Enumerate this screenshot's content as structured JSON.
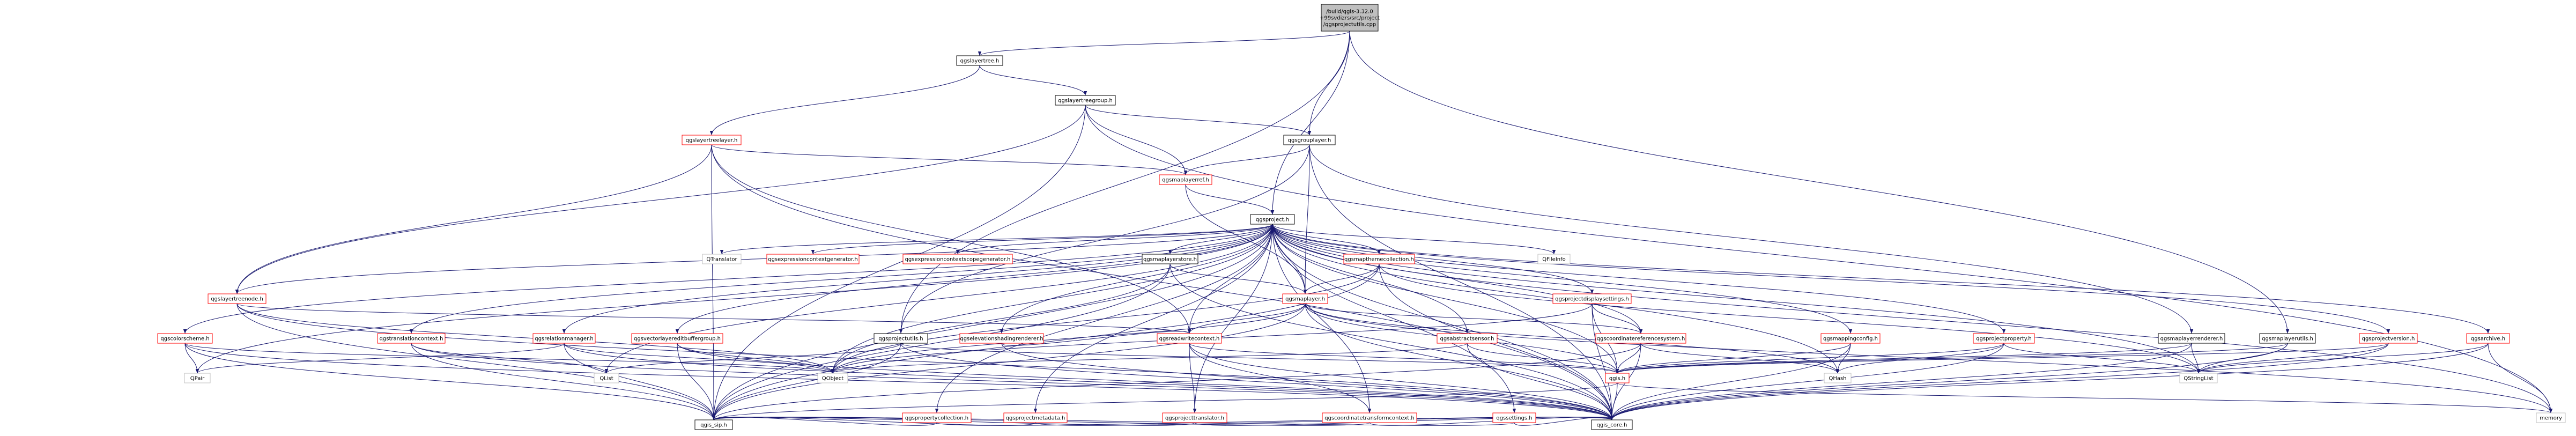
{
  "colors": {
    "edge": "#191970",
    "black_border": "#000000",
    "red_border": "#ff0000",
    "grey_border": "#bfbfbf",
    "root_fill": "#bfbfbf",
    "node_fill": "#ffffff",
    "black_text": "#000000",
    "red_text": "#ff0000"
  },
  "nodes": [
    {
      "id": "root",
      "lines": [
        "/build/qgis-3.32.0",
        "+99svdizrs/src/project",
        "/qgsprojectutils.cpp"
      ],
      "style": "root"
    },
    {
      "id": "qgslayertree_h",
      "lines": [
        "qgslayertree.h"
      ],
      "style": "black"
    },
    {
      "id": "qgslayertreegroup_h",
      "lines": [
        "qgslayertreegroup.h"
      ],
      "style": "black"
    },
    {
      "id": "qgsgrouplayer_h",
      "lines": [
        "qgsgrouplayer.h"
      ],
      "style": "black"
    },
    {
      "id": "qgslayertreelayer_h",
      "lines": [
        "qgslayertreelayer.h"
      ],
      "style": "red"
    },
    {
      "id": "qgsmaplayerref_h",
      "lines": [
        "qgsmaplayerref.h"
      ],
      "style": "red"
    },
    {
      "id": "qgsproject_h",
      "lines": [
        "qgsproject.h"
      ],
      "style": "black"
    },
    {
      "id": "QTranslator",
      "lines": [
        "QTranslator"
      ],
      "style": "grey"
    },
    {
      "id": "qgsexpressioncontextgenerator_h",
      "lines": [
        "qgsexpressioncontextgenerator.h"
      ],
      "style": "red"
    },
    {
      "id": "qgsexpressioncontextscopegenerator_h",
      "lines": [
        "qgsexpressioncontextscopegenerator.h"
      ],
      "style": "red"
    },
    {
      "id": "qgsmaplayerstore_h",
      "lines": [
        "qgsmaplayerstore.h"
      ],
      "style": "black"
    },
    {
      "id": "qgsmapthemecollection_h",
      "lines": [
        "qgsmapthemecollection.h"
      ],
      "style": "red"
    },
    {
      "id": "QFileInfo",
      "lines": [
        "QFileInfo"
      ],
      "style": "grey"
    },
    {
      "id": "qgslayertreenode_h",
      "lines": [
        "qgslayertreenode.h"
      ],
      "style": "red"
    },
    {
      "id": "qgsmaplayer_h",
      "lines": [
        "qgsmaplayer.h"
      ],
      "style": "red"
    },
    {
      "id": "qgsprojectdisplaysettings_h",
      "lines": [
        "qgsprojectdisplaysettings.h"
      ],
      "style": "red"
    },
    {
      "id": "qgscolorscheme_h",
      "lines": [
        "qgscolorscheme.h"
      ],
      "style": "red"
    },
    {
      "id": "qgstranslationcontext_h",
      "lines": [
        "qgstranslationcontext.h"
      ],
      "style": "red"
    },
    {
      "id": "qgsrelationmanager_h",
      "lines": [
        "qgsrelationmanager.h"
      ],
      "style": "red"
    },
    {
      "id": "qgsvectorlayereditbuffergroup_h",
      "lines": [
        "qgsvectorlayereditbuffergroup.h"
      ],
      "style": "red"
    },
    {
      "id": "qgsprojectutils_h",
      "lines": [
        "qgsprojectutils.h"
      ],
      "style": "black"
    },
    {
      "id": "qgselevationshadingrenderer_h",
      "lines": [
        "qgselevationshadingrenderer.h"
      ],
      "style": "red"
    },
    {
      "id": "qgsreadwritecontext_h",
      "lines": [
        "qgsreadwritecontext.h"
      ],
      "style": "red"
    },
    {
      "id": "qgsabstractsensor_h",
      "lines": [
        "qgsabstractsensor.h"
      ],
      "style": "red"
    },
    {
      "id": "qgscoordinatereferencesystem_h",
      "lines": [
        "qgscoordinatereferencesystem.h"
      ],
      "style": "red"
    },
    {
      "id": "qgsmappingconfig_h",
      "lines": [
        "qgsmappingconfig.h"
      ],
      "style": "red"
    },
    {
      "id": "qgsprojectproperty_h",
      "lines": [
        "qgsprojectproperty.h"
      ],
      "style": "red"
    },
    {
      "id": "qgsmaplayerrenderer_h",
      "lines": [
        "qgsmaplayerrenderer.h"
      ],
      "style": "black"
    },
    {
      "id": "qgsmaplayerutils_h",
      "lines": [
        "qgsmaplayerutils.h"
      ],
      "style": "black"
    },
    {
      "id": "qgsprojectversion_h",
      "lines": [
        "qgsprojectversion.h"
      ],
      "style": "red"
    },
    {
      "id": "qgsarchive_h",
      "lines": [
        "qgsarchive.h"
      ],
      "style": "red"
    },
    {
      "id": "QPair",
      "lines": [
        "QPair"
      ],
      "style": "grey"
    },
    {
      "id": "QObject",
      "lines": [
        "QObject"
      ],
      "style": "grey"
    },
    {
      "id": "QList",
      "lines": [
        "QList"
      ],
      "style": "grey"
    },
    {
      "id": "qgspropertycollection_h",
      "lines": [
        "qgspropertycollection.h"
      ],
      "style": "red"
    },
    {
      "id": "qgsprojectmetadata_h",
      "lines": [
        "qgsprojectmetadata.h"
      ],
      "style": "red"
    },
    {
      "id": "qgsprojecttranslator_h",
      "lines": [
        "qgsprojecttranslator.h"
      ],
      "style": "red"
    },
    {
      "id": "qgscoordinatetransformcontext_h",
      "lines": [
        "qgscoordinatetransformcontext.h"
      ],
      "style": "red"
    },
    {
      "id": "qgssettings_h",
      "lines": [
        "qgssettings.h"
      ],
      "style": "red"
    },
    {
      "id": "qgis_h",
      "lines": [
        "qgis.h"
      ],
      "style": "red"
    },
    {
      "id": "QHash",
      "lines": [
        "QHash"
      ],
      "style": "grey"
    },
    {
      "id": "QStringList",
      "lines": [
        "QStringList"
      ],
      "style": "grey"
    },
    {
      "id": "memory",
      "lines": [
        "memory"
      ],
      "style": "grey"
    },
    {
      "id": "qgis_sip_h",
      "lines": [
        "qgis_sip.h"
      ],
      "style": "black"
    },
    {
      "id": "qgis_core_h",
      "lines": [
        "qgis_core.h"
      ],
      "style": "black"
    }
  ],
  "edges": [
    [
      "root",
      "qgslayertree_h"
    ],
    [
      "root",
      "qgsgrouplayer_h"
    ],
    [
      "root",
      "qgsproject_h"
    ],
    [
      "root",
      "qgsmaplayerutils_h"
    ],
    [
      "root",
      "qgsprojectutils_h"
    ],
    [
      "qgslayertree_h",
      "qgslayertreegroup_h"
    ],
    [
      "qgslayertree_h",
      "qgslayertreelayer_h"
    ],
    [
      "qgslayertreegroup_h",
      "qgslayertreenode_h"
    ],
    [
      "qgslayertreegroup_h",
      "qgsmaplayerref_h"
    ],
    [
      "qgslayertreegroup_h",
      "qgsgrouplayer_h"
    ],
    [
      "qgslayertreegroup_h",
      "qgis_sip_h"
    ],
    [
      "qgslayertreegroup_h",
      "memory"
    ],
    [
      "qgsgrouplayer_h",
      "qgsmaplayerref_h"
    ],
    [
      "qgsgrouplayer_h",
      "qgsmaplayer_h"
    ],
    [
      "qgsgrouplayer_h",
      "qgsmaplayerrenderer_h"
    ],
    [
      "qgsgrouplayer_h",
      "qgis_core_h"
    ],
    [
      "qgsgrouplayer_h",
      "qgsprojectutils_h"
    ],
    [
      "qgslayertreelayer_h",
      "qgslayertreenode_h"
    ],
    [
      "qgslayertreelayer_h",
      "qgsmaplayerref_h"
    ],
    [
      "qgslayertreelayer_h",
      "qgsreadwritecontext_h"
    ],
    [
      "qgslayertreelayer_h",
      "qgis_sip_h"
    ],
    [
      "qgslayertreelayer_h",
      "qgis_core_h"
    ],
    [
      "qgsmaplayerref_h",
      "qgsproject_h"
    ],
    [
      "qgsmaplayerref_h",
      "qgsmaplayer_h"
    ],
    [
      "qgsproject_h",
      "QTranslator"
    ],
    [
      "qgsproject_h",
      "qgsexpressioncontextgenerator_h"
    ],
    [
      "qgsproject_h",
      "qgsexpressioncontextscopegenerator_h"
    ],
    [
      "qgsproject_h",
      "qgsmaplayerstore_h"
    ],
    [
      "qgsproject_h",
      "qgsmapthemecollection_h"
    ],
    [
      "qgsproject_h",
      "QFileInfo"
    ],
    [
      "qgsproject_h",
      "qgslayertreenode_h"
    ],
    [
      "qgsproject_h",
      "qgsprojectdisplaysettings_h"
    ],
    [
      "qgsproject_h",
      "qgscolorscheme_h"
    ],
    [
      "qgsproject_h",
      "qgstranslationcontext_h"
    ],
    [
      "qgsproject_h",
      "qgsrelationmanager_h"
    ],
    [
      "qgsproject_h",
      "qgsvectorlayereditbuffergroup_h"
    ],
    [
      "qgsproject_h",
      "qgselevationshadingrenderer_h"
    ],
    [
      "qgsproject_h",
      "qgsreadwritecontext_h"
    ],
    [
      "qgsproject_h",
      "qgsabstractsensor_h"
    ],
    [
      "qgsproject_h",
      "qgscoordinatereferencesystem_h"
    ],
    [
      "qgsproject_h",
      "qgsmappingconfig_h"
    ],
    [
      "qgsproject_h",
      "qgsprojectproperty_h"
    ],
    [
      "qgsproject_h",
      "qgsprojectversion_h"
    ],
    [
      "qgsproject_h",
      "qgsarchive_h"
    ],
    [
      "qgsproject_h",
      "QPair"
    ],
    [
      "qgsproject_h",
      "QObject"
    ],
    [
      "qgsproject_h",
      "QList"
    ],
    [
      "qgsproject_h",
      "qgspropertycollection_h"
    ],
    [
      "qgsproject_h",
      "qgsprojectmetadata_h"
    ],
    [
      "qgsproject_h",
      "qgsprojecttranslator_h"
    ],
    [
      "qgsproject_h",
      "qgscoordinatetransformcontext_h"
    ],
    [
      "qgsproject_h",
      "qgssettings_h"
    ],
    [
      "qgsproject_h",
      "qgis_h"
    ],
    [
      "qgsproject_h",
      "QHash"
    ],
    [
      "qgsproject_h",
      "QStringList"
    ],
    [
      "qgsproject_h",
      "memory"
    ],
    [
      "qgsproject_h",
      "qgis_sip_h"
    ],
    [
      "qgsproject_h",
      "qgis_core_h"
    ],
    [
      "qgsproject_h",
      "qgsmaplayer_h"
    ],
    [
      "qgsmaplayerstore_h",
      "qgsmaplayer_h"
    ],
    [
      "qgsmaplayerstore_h",
      "QObject"
    ],
    [
      "qgsmaplayerstore_h",
      "qgis_sip_h"
    ],
    [
      "qgsmaplayerstore_h",
      "qgis_core_h"
    ],
    [
      "qgsmapthemecollection_h",
      "qgsmaplayer_h"
    ],
    [
      "qgsmapthemecollection_h",
      "QObject"
    ],
    [
      "qgsmapthemecollection_h",
      "QStringList"
    ],
    [
      "qgsmapthemecollection_h",
      "qgis_sip_h"
    ],
    [
      "qgsmapthemecollection_h",
      "qgis_core_h"
    ],
    [
      "qgslayertreenode_h",
      "QObject"
    ],
    [
      "qgslayertreenode_h",
      "qgsreadwritecontext_h"
    ],
    [
      "qgslayertreenode_h",
      "qgis_sip_h"
    ],
    [
      "qgslayertreenode_h",
      "qgis_core_h"
    ],
    [
      "qgsmaplayer_h",
      "qgsreadwritecontext_h"
    ],
    [
      "qgsmaplayer_h",
      "qgscoordinatereferencesystem_h"
    ],
    [
      "qgsmaplayer_h",
      "qgis_h"
    ],
    [
      "qgsmaplayer_h",
      "QObject"
    ],
    [
      "qgsmaplayer_h",
      "memory"
    ],
    [
      "qgsmaplayer_h",
      "qgis_sip_h"
    ],
    [
      "qgsmaplayer_h",
      "qgis_core_h"
    ],
    [
      "qgsmaplayer_h",
      "QHash"
    ],
    [
      "qgsprojectdisplaysettings_h",
      "qgscoordinatereferencesystem_h"
    ],
    [
      "qgsprojectdisplaysettings_h",
      "qgis_h"
    ],
    [
      "qgsprojectdisplaysettings_h",
      "QObject"
    ],
    [
      "qgsprojectdisplaysettings_h",
      "qgis_core_h"
    ],
    [
      "qgscolorscheme_h",
      "QPair"
    ],
    [
      "qgscolorscheme_h",
      "QObject"
    ],
    [
      "qgscolorscheme_h",
      "qgis_sip_h"
    ],
    [
      "qgscolorscheme_h",
      "qgis_core_h"
    ],
    [
      "qgstranslationcontext_h",
      "QList"
    ],
    [
      "qgstranslationcontext_h",
      "qgis_sip_h"
    ],
    [
      "qgstranslationcontext_h",
      "qgis_core_h"
    ],
    [
      "qgsrelationmanager_h",
      "QObject"
    ],
    [
      "qgsrelationmanager_h",
      "QPair"
    ],
    [
      "qgsrelationmanager_h",
      "qgis_sip_h"
    ],
    [
      "qgsrelationmanager_h",
      "qgis_core_h"
    ],
    [
      "qgsvectorlayereditbuffergroup_h",
      "QObject"
    ],
    [
      "qgsvectorlayereditbuffergroup_h",
      "qgis_sip_h"
    ],
    [
      "qgsvectorlayereditbuffergroup_h",
      "qgis_core_h"
    ],
    [
      "qgsprojectutils_h",
      "QList"
    ],
    [
      "qgsprojectutils_h",
      "qgis_core_h"
    ],
    [
      "qgsprojectutils_h",
      "qgis_sip_h"
    ],
    [
      "qgsprojectutils_h",
      "qgis_h"
    ],
    [
      "qgselevationshadingrenderer_h",
      "qgsreadwritecontext_h"
    ],
    [
      "qgselevationshadingrenderer_h",
      "qgis_core_h"
    ],
    [
      "qgsreadwritecontext_h",
      "qgis_h"
    ],
    [
      "qgsreadwritecontext_h",
      "qgsprojecttranslator_h"
    ],
    [
      "qgsreadwritecontext_h",
      "qgscoordinatetransformcontext_h"
    ],
    [
      "qgsreadwritecontext_h",
      "qgis_core_h"
    ],
    [
      "qgsabstractsensor_h",
      "qgis_h"
    ],
    [
      "qgsabstractsensor_h",
      "QObject"
    ],
    [
      "qgsabstractsensor_h",
      "qgis_core_h"
    ],
    [
      "qgscoordinatereferencesystem_h",
      "qgis_h"
    ],
    [
      "qgscoordinatereferencesystem_h",
      "QHash"
    ],
    [
      "qgscoordinatereferencesystem_h",
      "qgis_core_h"
    ],
    [
      "qgscoordinatereferencesystem_h",
      "qgis_sip_h"
    ],
    [
      "qgsmappingconfig_h",
      "qgis_h"
    ],
    [
      "qgsmappingconfig_h",
      "QHash"
    ],
    [
      "qgsmappingconfig_h",
      "qgis_core_h"
    ],
    [
      "qgsprojectproperty_h",
      "QHash"
    ],
    [
      "qgsprojectproperty_h",
      "QStringList"
    ],
    [
      "qgsprojectproperty_h",
      "qgis_core_h"
    ],
    [
      "qgsprojectproperty_h",
      "qgis_h"
    ],
    [
      "qgsmaplayerrenderer_h",
      "QStringList"
    ],
    [
      "qgsmaplayerrenderer_h",
      "qgis_core_h"
    ],
    [
      "qgsmaplayerrenderer_h",
      "qgis_h"
    ],
    [
      "qgsmaplayerutils_h",
      "QStringList"
    ],
    [
      "qgsmaplayerutils_h",
      "qgis_core_h"
    ],
    [
      "qgsmaplayerutils_h",
      "qgis_h"
    ],
    [
      "qgsprojectversion_h",
      "QStringList"
    ],
    [
      "qgsprojectversion_h",
      "qgis_core_h"
    ],
    [
      "qgsprojectversion_h",
      "qgis_h"
    ],
    [
      "qgsarchive_h",
      "QStringList"
    ],
    [
      "qgsarchive_h",
      "qgis_core_h"
    ],
    [
      "qgsarchive_h",
      "memory"
    ],
    [
      "qgspropertycollection_h",
      "qgis_sip_h"
    ],
    [
      "qgspropertycollection_h",
      "qgis_core_h"
    ],
    [
      "qgsprojectmetadata_h",
      "qgis_sip_h"
    ],
    [
      "qgsprojectmetadata_h",
      "qgis_core_h"
    ],
    [
      "qgsprojecttranslator_h",
      "qgis_sip_h"
    ],
    [
      "qgsprojecttranslator_h",
      "qgis_core_h"
    ],
    [
      "qgscoordinatetransformcontext_h",
      "qgis_core_h"
    ],
    [
      "qgscoordinatetransformcontext_h",
      "qgis_sip_h"
    ],
    [
      "qgssettings_h",
      "qgis_core_h"
    ],
    [
      "qgssettings_h",
      "qgis_sip_h"
    ],
    [
      "qgis_h",
      "qgis_core_h"
    ],
    [
      "qgis_h",
      "memory"
    ],
    [
      "qgis_h",
      "qgis_sip_h"
    ]
  ]
}
